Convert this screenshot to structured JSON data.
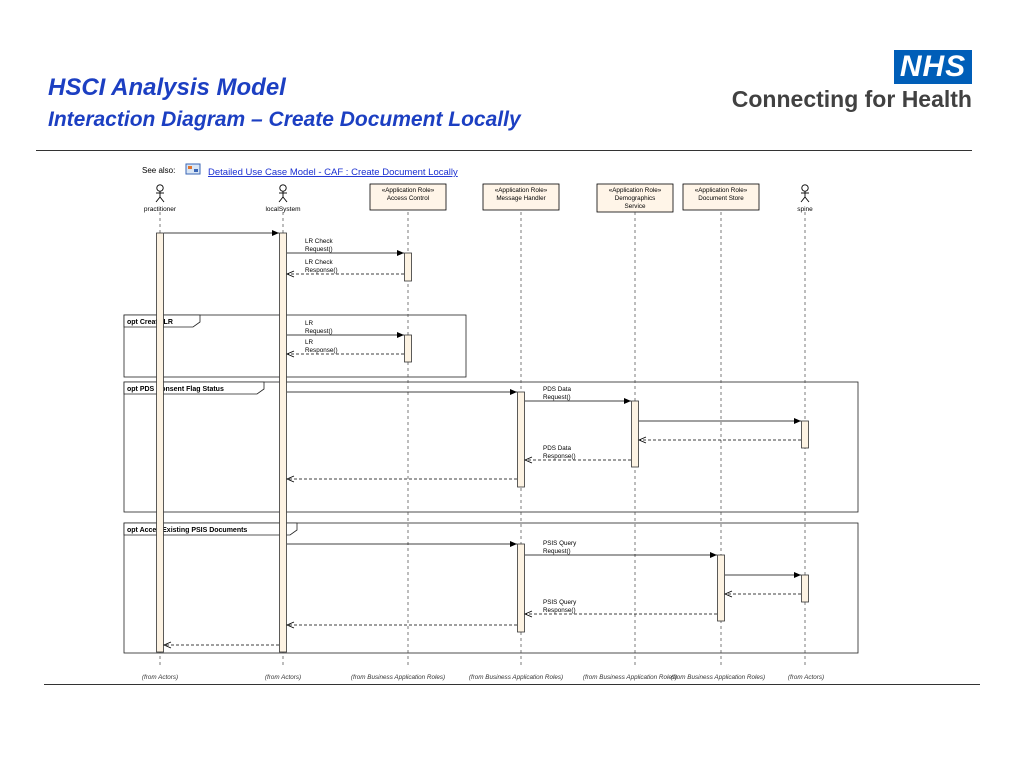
{
  "header": {
    "title": "HSCI Analysis Model",
    "subtitle": "Interaction Diagram – Create Document Locally"
  },
  "logo": {
    "badge": "NHS",
    "text": "Connecting for Health",
    "badge_color": "#005eb8"
  },
  "see_also": {
    "label": "See also:",
    "link": "Detailed Use Case Model - CAF : Create Document Locally",
    "icon": "diagram-link-icon"
  },
  "participants": [
    {
      "id": "practitioner",
      "kind": "actor",
      "lines": [
        "practitioner"
      ],
      "footer": "(from Actors)"
    },
    {
      "id": "localSystem",
      "kind": "actor",
      "lines": [
        "localSystem"
      ],
      "footer": "(from Actors)"
    },
    {
      "id": "access",
      "kind": "role",
      "lines": [
        "«Application Role»",
        "Access Control"
      ],
      "footer": "(from Business Application Roles)"
    },
    {
      "id": "message",
      "kind": "role",
      "lines": [
        "«Application Role»",
        "Message Handler"
      ],
      "footer": "(from Business Application Roles)"
    },
    {
      "id": "demographics",
      "kind": "role",
      "lines": [
        "«Application Role»",
        "Demographics",
        "Service"
      ],
      "footer": "(from Business Application Roles)"
    },
    {
      "id": "docstore",
      "kind": "role",
      "lines": [
        "«Application Role»",
        "Document Store"
      ],
      "footer": "(from Business Application Roles)"
    },
    {
      "id": "spine",
      "kind": "actor",
      "lines": [
        "spine"
      ],
      "footer": "(from Actors)"
    }
  ],
  "fragments": [
    {
      "label": "opt Create LR"
    },
    {
      "label": "opt PDS Consent Flag Status"
    },
    {
      "label": "opt Acces Existing PSIS Documents"
    }
  ],
  "messages": [
    {
      "from": "practitioner",
      "to": "localSystem",
      "type": "call",
      "lines": []
    },
    {
      "from": "localSystem",
      "to": "access",
      "type": "call",
      "lines": [
        "LR Check",
        "Request()"
      ]
    },
    {
      "from": "access",
      "to": "localSystem",
      "type": "return",
      "lines": [
        "LR Check",
        "Response()"
      ]
    },
    {
      "from": "localSystem",
      "to": "access",
      "type": "call",
      "lines": [
        "LR",
        "Request()"
      ]
    },
    {
      "from": "access",
      "to": "localSystem",
      "type": "return",
      "lines": [
        "LR",
        "Response()"
      ]
    },
    {
      "from": "localSystem",
      "to": "message",
      "type": "call",
      "lines": []
    },
    {
      "from": "message",
      "to": "demographics",
      "type": "call",
      "lines": [
        "PDS Data",
        "Request()"
      ]
    },
    {
      "from": "demographics",
      "to": "spine",
      "type": "call",
      "lines": []
    },
    {
      "from": "spine",
      "to": "demographics",
      "type": "return",
      "lines": []
    },
    {
      "from": "demographics",
      "to": "message",
      "type": "return",
      "lines": [
        "PDS Data",
        "Response()"
      ]
    },
    {
      "from": "message",
      "to": "localSystem",
      "type": "return",
      "lines": []
    },
    {
      "from": "localSystem",
      "to": "message",
      "type": "call",
      "lines": []
    },
    {
      "from": "message",
      "to": "docstore",
      "type": "call",
      "lines": [
        "PSIS Query",
        "Request()"
      ]
    },
    {
      "from": "docstore",
      "to": "spine",
      "type": "call",
      "lines": []
    },
    {
      "from": "spine",
      "to": "docstore",
      "type": "return",
      "lines": []
    },
    {
      "from": "docstore",
      "to": "message",
      "type": "return",
      "lines": [
        "PSIS Query",
        "Response()"
      ]
    },
    {
      "from": "message",
      "to": "localSystem",
      "type": "return",
      "lines": []
    },
    {
      "from": "localSystem",
      "to": "practitioner",
      "type": "return",
      "lines": []
    }
  ]
}
